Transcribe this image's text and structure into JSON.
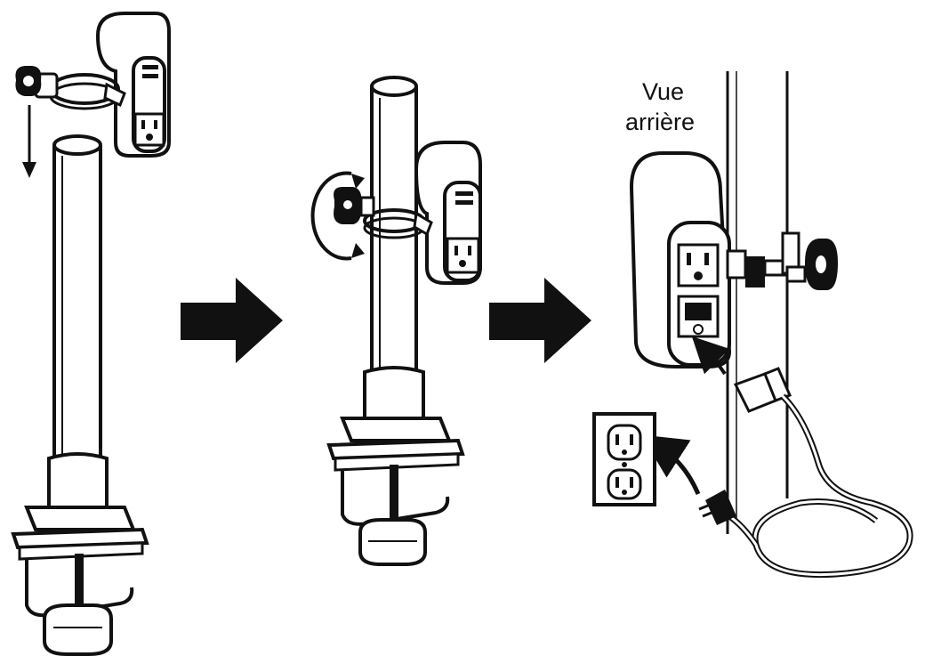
{
  "steps": [
    {
      "id": "step-1",
      "description_shown": ""
    },
    {
      "id": "step-2",
      "description_shown": ""
    },
    {
      "id": "step-3",
      "description_shown": ""
    }
  ],
  "rear_view_label": {
    "line1": "Vue",
    "line2": "arrière"
  },
  "colors": {
    "ink": "#111111",
    "paper": "#ffffff",
    "arrow": "#111111"
  },
  "icons": [
    "down-arrow-icon",
    "rotate-arrows-icon",
    "right-arrow-icon",
    "power-outlet-icon",
    "plug-icon"
  ]
}
